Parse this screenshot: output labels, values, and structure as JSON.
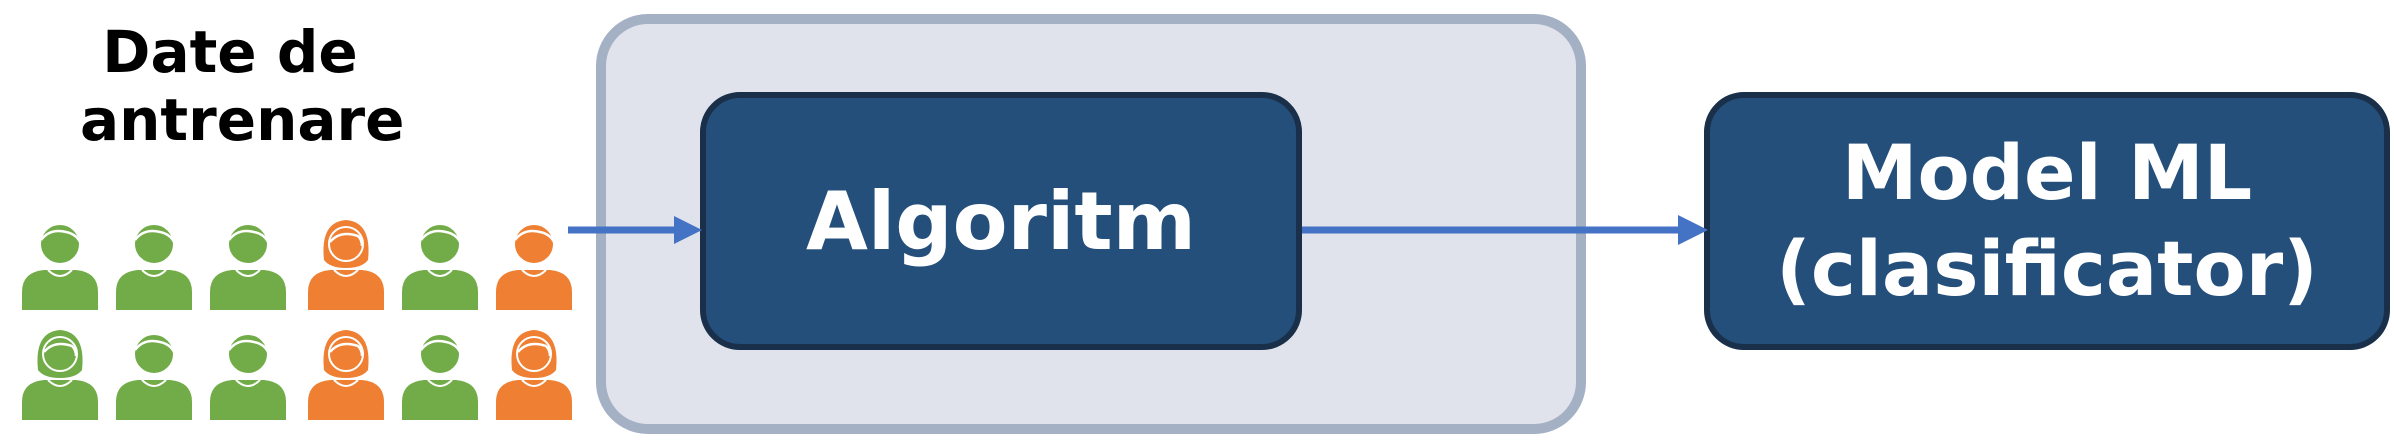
{
  "training_data": {
    "label_line1": "Date de",
    "label_line2": "antrenare"
  },
  "people_grid": {
    "colors": {
      "green": "#72ac48",
      "orange": "#ef8033"
    },
    "row1": [
      "male-green",
      "male-green",
      "male-green",
      "female-orange",
      "male-green",
      "male-orange"
    ],
    "row2": [
      "female-green",
      "male-green",
      "male-green",
      "female-orange",
      "male-green",
      "female-orange"
    ]
  },
  "algorithm": {
    "label": "Algoritm",
    "container_color": "#e0e3eb",
    "block_color": "#244f7b"
  },
  "model": {
    "label_line1": "Model ML",
    "label_line2": "(clasificator)",
    "block_color": "#244f7b"
  },
  "arrow_color": "#4472c4"
}
